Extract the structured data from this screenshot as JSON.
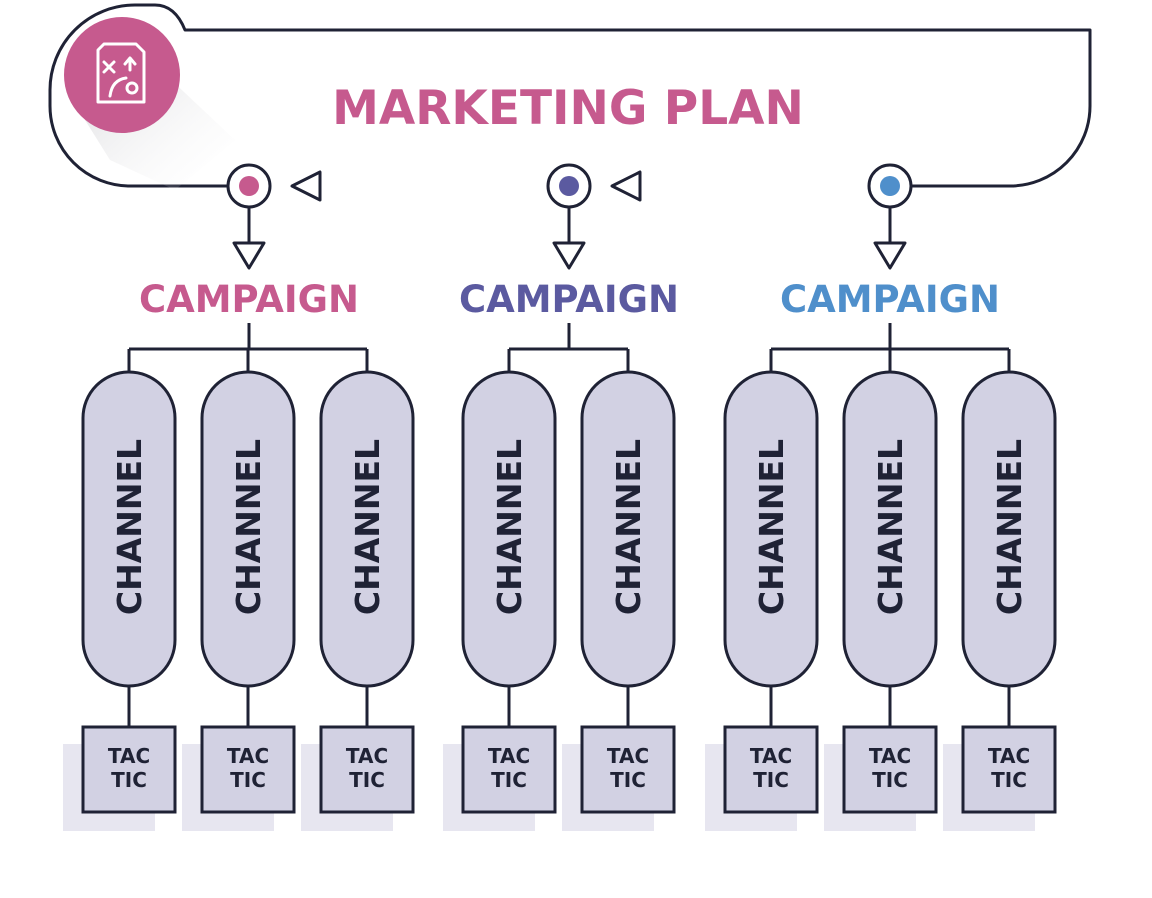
{
  "title": "MARKETING PLAN",
  "plan_icon": "strategy-board-icon",
  "colors": {
    "stroke": "#1f2235",
    "pill_fill": "#d2d1e3",
    "tactic_shadow": "#e7e6f0",
    "icon_circle": "#c65a8e",
    "title_color": "#c65a8e"
  },
  "campaigns": [
    {
      "label": "CAMPAIGN",
      "color": "#c65a8e",
      "channels": [
        {
          "label": "CHANNEL",
          "tactic": [
            "TAC",
            "TIC"
          ]
        },
        {
          "label": "CHANNEL",
          "tactic": [
            "TAC",
            "TIC"
          ]
        },
        {
          "label": "CHANNEL",
          "tactic": [
            "TAC",
            "TIC"
          ]
        }
      ]
    },
    {
      "label": "CAMPAIGN",
      "color": "#5b5aa0",
      "channels": [
        {
          "label": "CHANNEL",
          "tactic": [
            "TAC",
            "TIC"
          ]
        },
        {
          "label": "CHANNEL",
          "tactic": [
            "TAC",
            "TIC"
          ]
        }
      ]
    },
    {
      "label": "CAMPAIGN",
      "color": "#4f8fcb",
      "channels": [
        {
          "label": "CHANNEL",
          "tactic": [
            "TAC",
            "TIC"
          ]
        },
        {
          "label": "CHANNEL",
          "tactic": [
            "TAC",
            "TIC"
          ]
        },
        {
          "label": "CHANNEL",
          "tactic": [
            "TAC",
            "TIC"
          ]
        }
      ]
    }
  ]
}
